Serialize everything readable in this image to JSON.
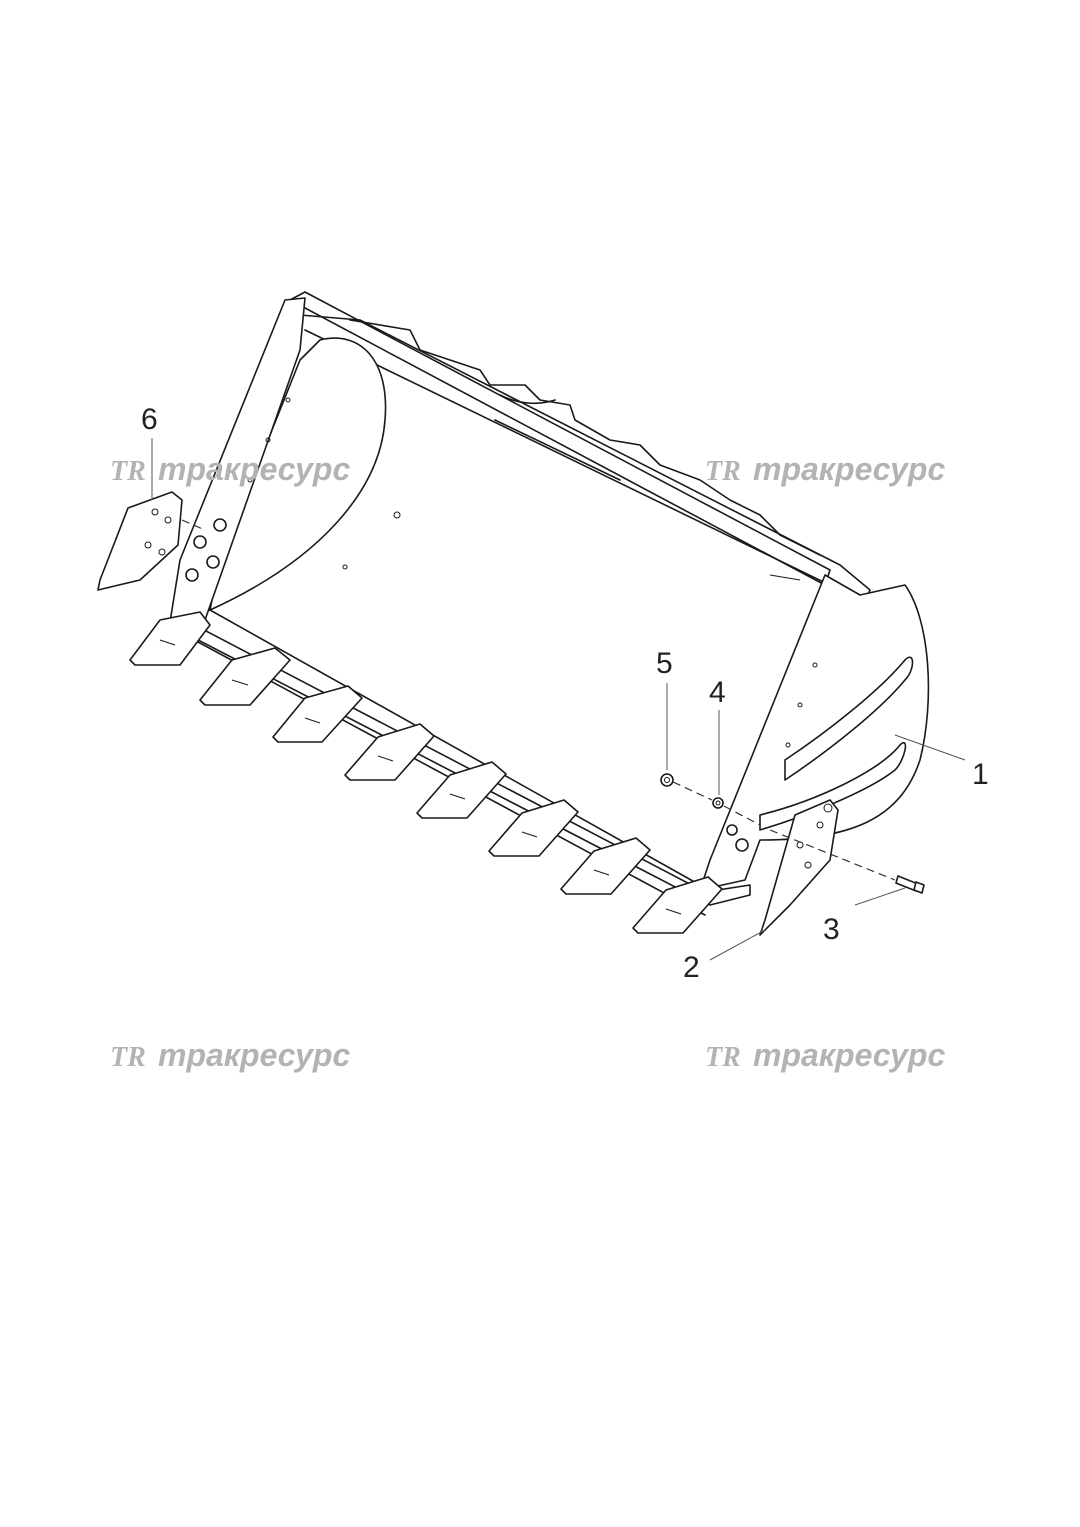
{
  "watermark": {
    "logo": "TR",
    "text": "тракресурс"
  },
  "callouts": {
    "c1": "1",
    "c2": "2",
    "c3": "3",
    "c4": "4",
    "c5": "5",
    "c6": "6"
  }
}
